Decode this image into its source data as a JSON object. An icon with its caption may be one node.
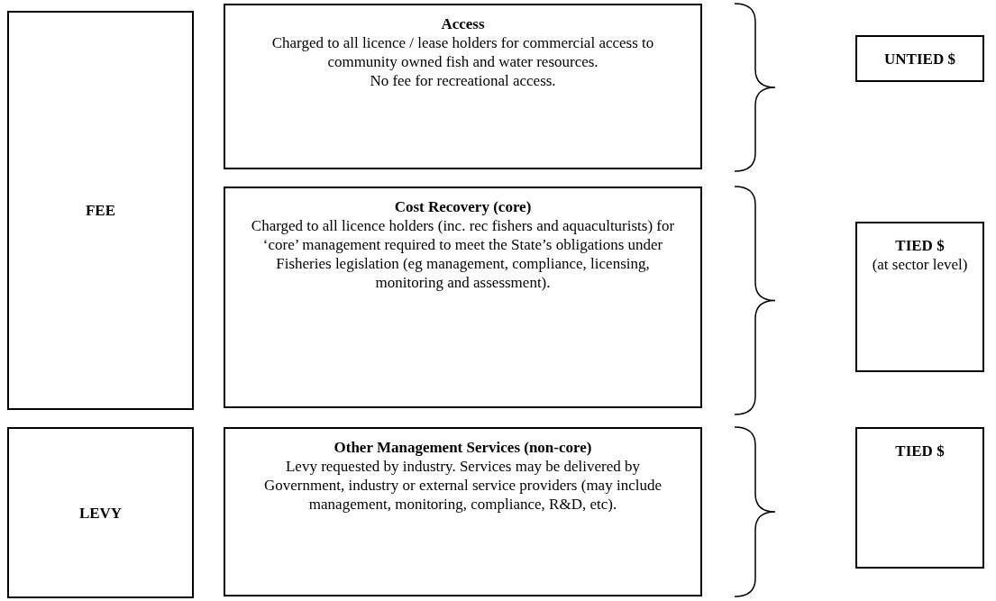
{
  "diagram": {
    "nodes": [
      {
        "text": [
          "FEE"
        ]
      },
      {
        "text": [
          "Access",
          "Charged to all licence / lease holders for commercial access to community owned fish and water resources.",
          "No fee for recreational access."
        ]
      },
      {
        "text": [
          "Cost Recovery (core)",
          "Charged to all licence holders (inc. rec fishers and aquaculturists) for ‘core’ management required to meet the State’s obligations under Fisheries legislation (eg management, compliance, licensing, monitoring and assessment)."
        ]
      },
      {
        "text": [
          "LEVY"
        ]
      },
      {
        "text": [
          "Other Management Services (non-core)",
          "Levy requested by industry. Services may be delivered by Government, industry or external service providers (may include management, monitoring, compliance, R&D, etc)."
        ]
      },
      {
        "text": [
          "UNTIED $"
        ]
      },
      {
        "text": [
          "TIED $",
          "(at sector level)"
        ]
      },
      {
        "text": [
          "TIED $"
        ]
      }
    ],
    "edges": []
  }
}
